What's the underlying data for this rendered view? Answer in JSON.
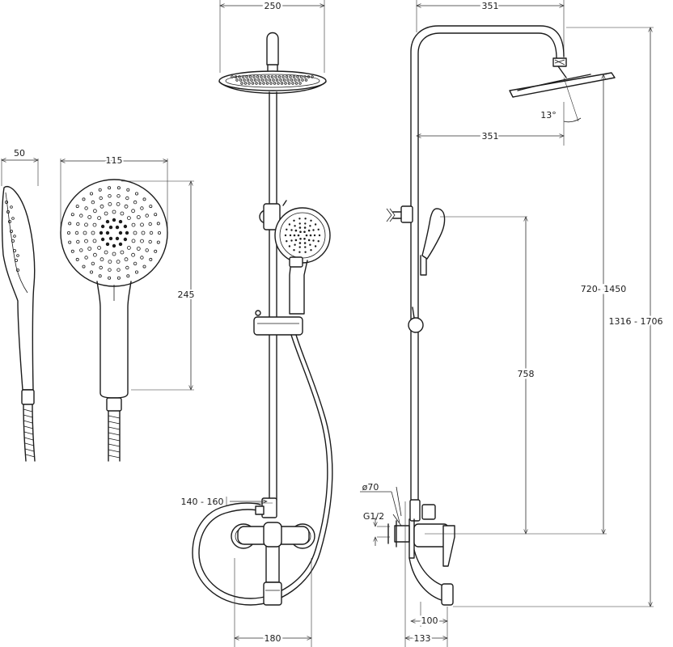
{
  "dimensions": {
    "handshower_depth": "50",
    "handshower_width": "115",
    "handshower_length": "245",
    "overhead_diameter": "250",
    "arm_reach_top": "351",
    "arm_reach_mid": "351",
    "tilt_angle": "13°",
    "inlet_centers": "140 - 160",
    "mixer_width": "180",
    "flange_diameter": "ø70",
    "thread": "G1/2",
    "spout_projection": "100",
    "mixer_depth": "133",
    "holder_height": "758",
    "adjustable_height": "720- 1450",
    "total_height": "1316 - 1706"
  },
  "colors": {
    "line": "#1c1c1c",
    "background": "#ffffff"
  }
}
